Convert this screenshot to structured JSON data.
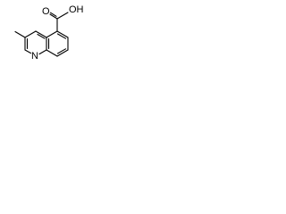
{
  "molecule": {
    "atoms": {
      "ring_nitrogen": "N",
      "hydroxyl": "OH",
      "carbonyl_oxygen": "O"
    }
  },
  "colors": {
    "bond": "#000000",
    "text": "#000000",
    "background": "#ffffff"
  }
}
